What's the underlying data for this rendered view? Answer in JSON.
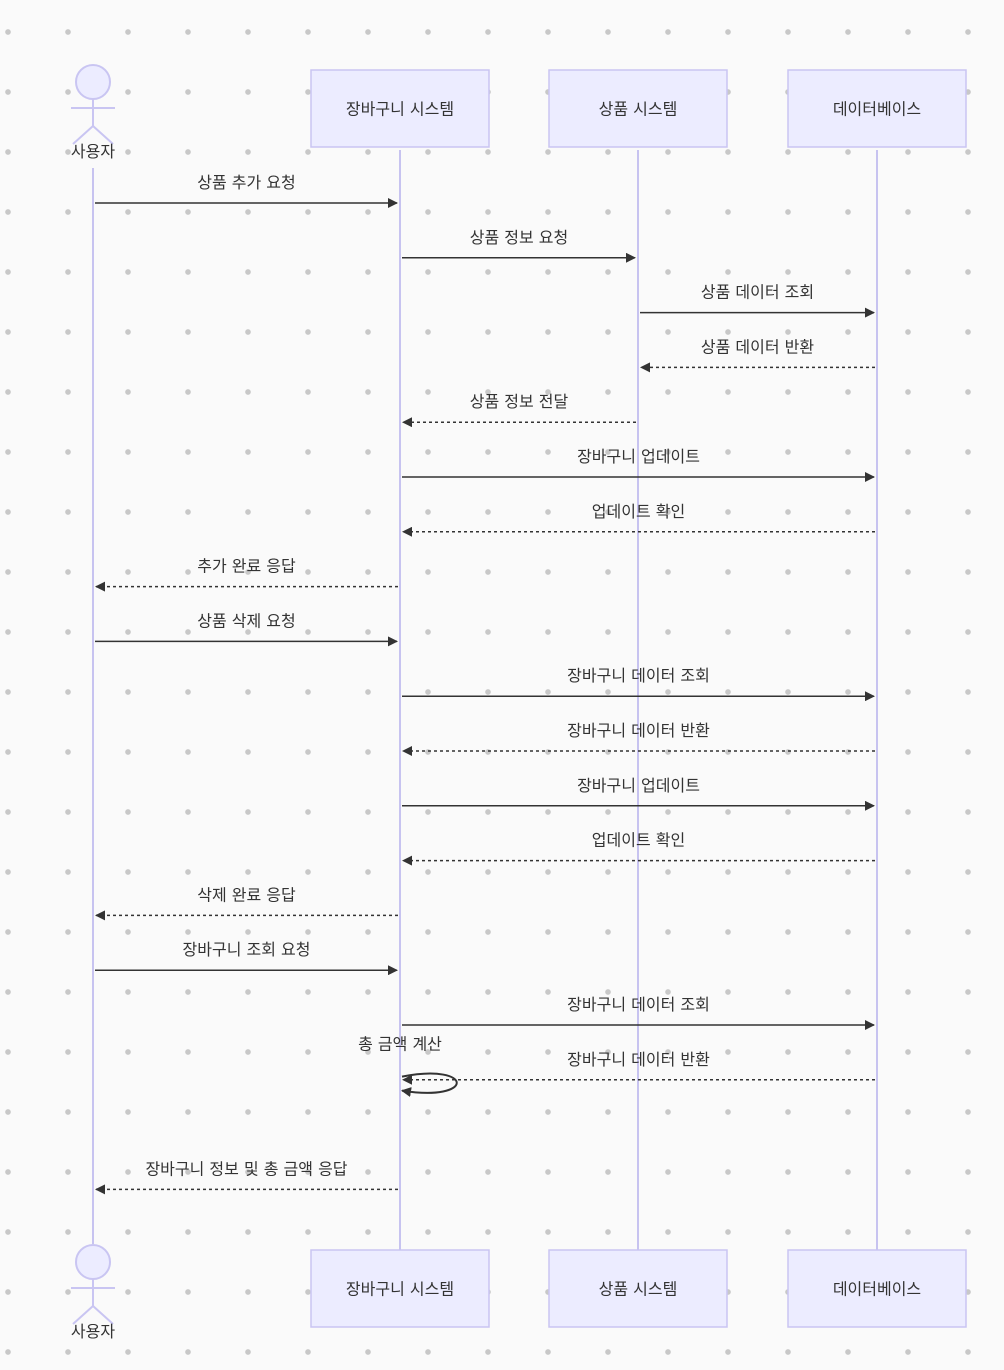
{
  "participants": [
    {
      "id": "user",
      "label": "사용자",
      "kind": "actor"
    },
    {
      "id": "cart",
      "label": "장바구니 시스템",
      "kind": "box"
    },
    {
      "id": "product",
      "label": "상품 시스템",
      "kind": "box"
    },
    {
      "id": "db",
      "label": "데이터베이스",
      "kind": "box"
    }
  ],
  "messages": [
    {
      "from": "user",
      "to": "cart",
      "text": "상품 추가 요청",
      "style": "solid"
    },
    {
      "from": "cart",
      "to": "product",
      "text": "상품 정보 요청",
      "style": "solid"
    },
    {
      "from": "product",
      "to": "db",
      "text": "상품 데이터 조회",
      "style": "solid"
    },
    {
      "from": "db",
      "to": "product",
      "text": "상품 데이터 반환",
      "style": "dashed"
    },
    {
      "from": "product",
      "to": "cart",
      "text": "상품 정보 전달",
      "style": "dashed"
    },
    {
      "from": "cart",
      "to": "db",
      "text": "장바구니 업데이트",
      "style": "solid"
    },
    {
      "from": "db",
      "to": "cart",
      "text": "업데이트 확인",
      "style": "dashed"
    },
    {
      "from": "cart",
      "to": "user",
      "text": "추가 완료 응답",
      "style": "dashed"
    },
    {
      "from": "user",
      "to": "cart",
      "text": "상품 삭제 요청",
      "style": "solid"
    },
    {
      "from": "cart",
      "to": "db",
      "text": "장바구니 데이터 조회",
      "style": "solid"
    },
    {
      "from": "db",
      "to": "cart",
      "text": "장바구니 데이터 반환",
      "style": "dashed"
    },
    {
      "from": "cart",
      "to": "db",
      "text": "장바구니 업데이트",
      "style": "solid"
    },
    {
      "from": "db",
      "to": "cart",
      "text": "업데이트 확인",
      "style": "dashed"
    },
    {
      "from": "cart",
      "to": "user",
      "text": "삭제 완료 응답",
      "style": "dashed"
    },
    {
      "from": "user",
      "to": "cart",
      "text": "장바구니 조회 요청",
      "style": "solid"
    },
    {
      "from": "cart",
      "to": "db",
      "text": "장바구니 데이터 조회",
      "style": "solid"
    },
    {
      "from": "db",
      "to": "cart",
      "text": "장바구니 데이터 반환",
      "style": "dashed"
    },
    {
      "from": "cart",
      "to": "cart",
      "text": "총 금액 계산",
      "style": "solid"
    },
    {
      "from": "cart",
      "to": "user",
      "text": "장바구니 정보 및 총 금액 응답",
      "style": "dashed"
    }
  ],
  "colors": {
    "lifeline": "#c7c3f0",
    "box_fill": "#ececff",
    "box_stroke": "#c9c5f2",
    "arrow": "#333333",
    "text": "#333333"
  }
}
